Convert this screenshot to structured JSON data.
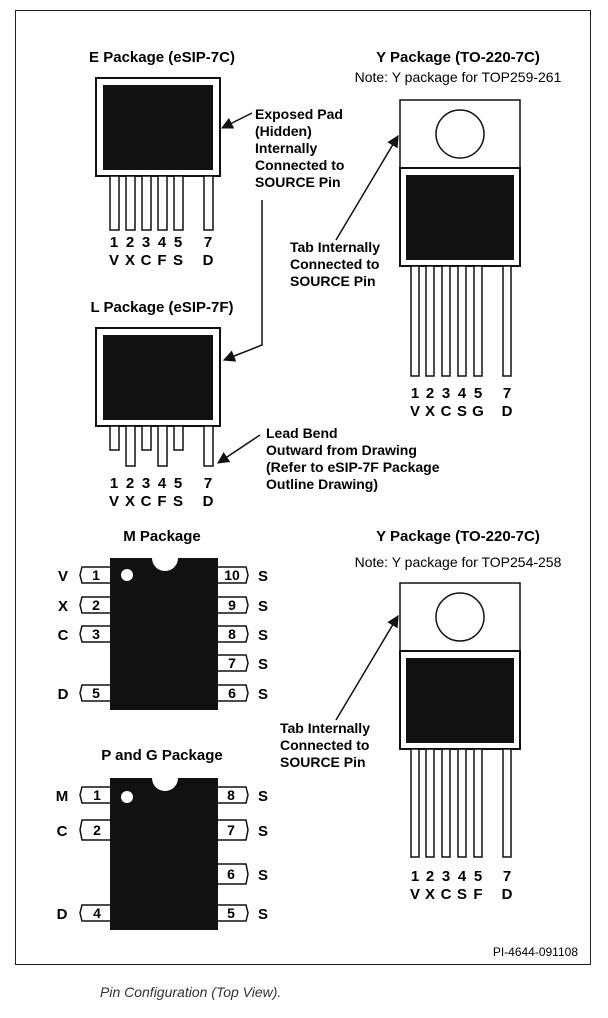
{
  "e_package": {
    "title": "E Package (eSIP-7C)",
    "pin_numbers": [
      "1",
      "2",
      "3",
      "4",
      "5",
      "7"
    ],
    "pin_letters": [
      "V",
      "X",
      "C",
      "F",
      "S",
      "D"
    ],
    "annotation": [
      "Exposed Pad",
      "(Hidden)",
      "Internally",
      "Connected to",
      "SOURCE Pin"
    ]
  },
  "l_package": {
    "title": "L Package (eSIP-7F)",
    "pin_numbers": [
      "1",
      "2",
      "3",
      "4",
      "5",
      "7"
    ],
    "pin_letters": [
      "V",
      "X",
      "C",
      "F",
      "S",
      "D"
    ],
    "annotation": [
      "Lead Bend",
      "Outward from Drawing",
      "(Refer to eSIP-7F Package",
      "Outline Drawing)"
    ]
  },
  "y_package_top": {
    "title": "Y Package (TO-220-7C)",
    "note": "Note: Y package for TOP259-261",
    "annotation": [
      "Tab Internally",
      "Connected to",
      "SOURCE Pin"
    ],
    "pin_numbers": [
      "1",
      "2",
      "3",
      "4",
      "5",
      "7"
    ],
    "pin_letters": [
      "V",
      "X",
      "C",
      "S",
      "G",
      "D"
    ]
  },
  "m_package": {
    "title": "M Package",
    "left_pins": [
      {
        "number": "1",
        "letter": "V"
      },
      {
        "number": "2",
        "letter": "X"
      },
      {
        "number": "3",
        "letter": "C"
      },
      {
        "number": "5",
        "letter": "D"
      }
    ],
    "right_pins": [
      {
        "number": "10",
        "letter": "S"
      },
      {
        "number": "9",
        "letter": "S"
      },
      {
        "number": "8",
        "letter": "S"
      },
      {
        "number": "7",
        "letter": "S"
      },
      {
        "number": "6",
        "letter": "S"
      }
    ]
  },
  "p_g_package": {
    "title": "P and G Package",
    "left_pins": [
      {
        "number": "1",
        "letter": "M"
      },
      {
        "number": "2",
        "letter": "C"
      },
      {
        "number": "4",
        "letter": "D"
      }
    ],
    "right_pins": [
      {
        "number": "8",
        "letter": "S"
      },
      {
        "number": "7",
        "letter": "S"
      },
      {
        "number": "6",
        "letter": "S"
      },
      {
        "number": "5",
        "letter": "S"
      }
    ]
  },
  "y_package_bottom": {
    "title": "Y Package (TO-220-7C)",
    "note": "Note: Y package for TOP254-258",
    "annotation": [
      "Tab Internally",
      "Connected to",
      "SOURCE Pin"
    ],
    "pin_numbers": [
      "1",
      "2",
      "3",
      "4",
      "5",
      "7"
    ],
    "pin_letters": [
      "V",
      "X",
      "C",
      "S",
      "F",
      "D"
    ]
  },
  "figure_id": "PI-4644-091108",
  "caption": "Pin Configuration (Top View)."
}
